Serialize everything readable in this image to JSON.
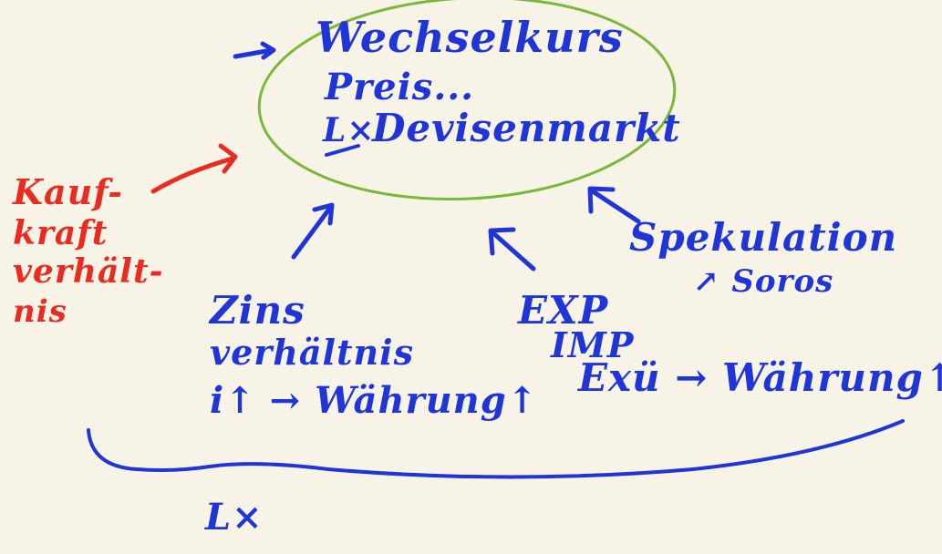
{
  "colors": {
    "background": "#f7f4e7",
    "blue_ink": "#1f35d8",
    "red_ink": "#ea2b1f",
    "green_ink": "#7ab83a"
  },
  "center_bubble": {
    "line1": "Wechselkurs",
    "line2": "Preis...",
    "line3_marker": "L×",
    "line3_text": "Devisenmarkt"
  },
  "left_red_note": {
    "lines": [
      "Kauf-",
      "kraft",
      "verhält-",
      "nis"
    ]
  },
  "factors": {
    "zins": {
      "line1": "Zins",
      "line2": "verhältnis",
      "line3": "i↑ → Währung↑"
    },
    "trade": {
      "line1": "EXP",
      "line2": "IMP",
      "line3": "Exü → Währung↑"
    },
    "speculation": {
      "line1": "Spekulation",
      "line2": "↗ Soros"
    }
  },
  "bottom_label": "L×"
}
